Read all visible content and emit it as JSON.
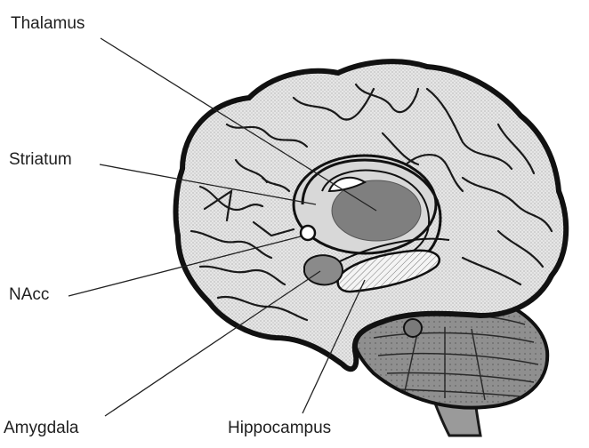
{
  "diagram": {
    "labels": {
      "thalamus": "Thalamus",
      "striatum": "Striatum",
      "nacc": "NAcc",
      "amygdala": "Amygdala",
      "hippocampus": "Hippocampus"
    }
  }
}
